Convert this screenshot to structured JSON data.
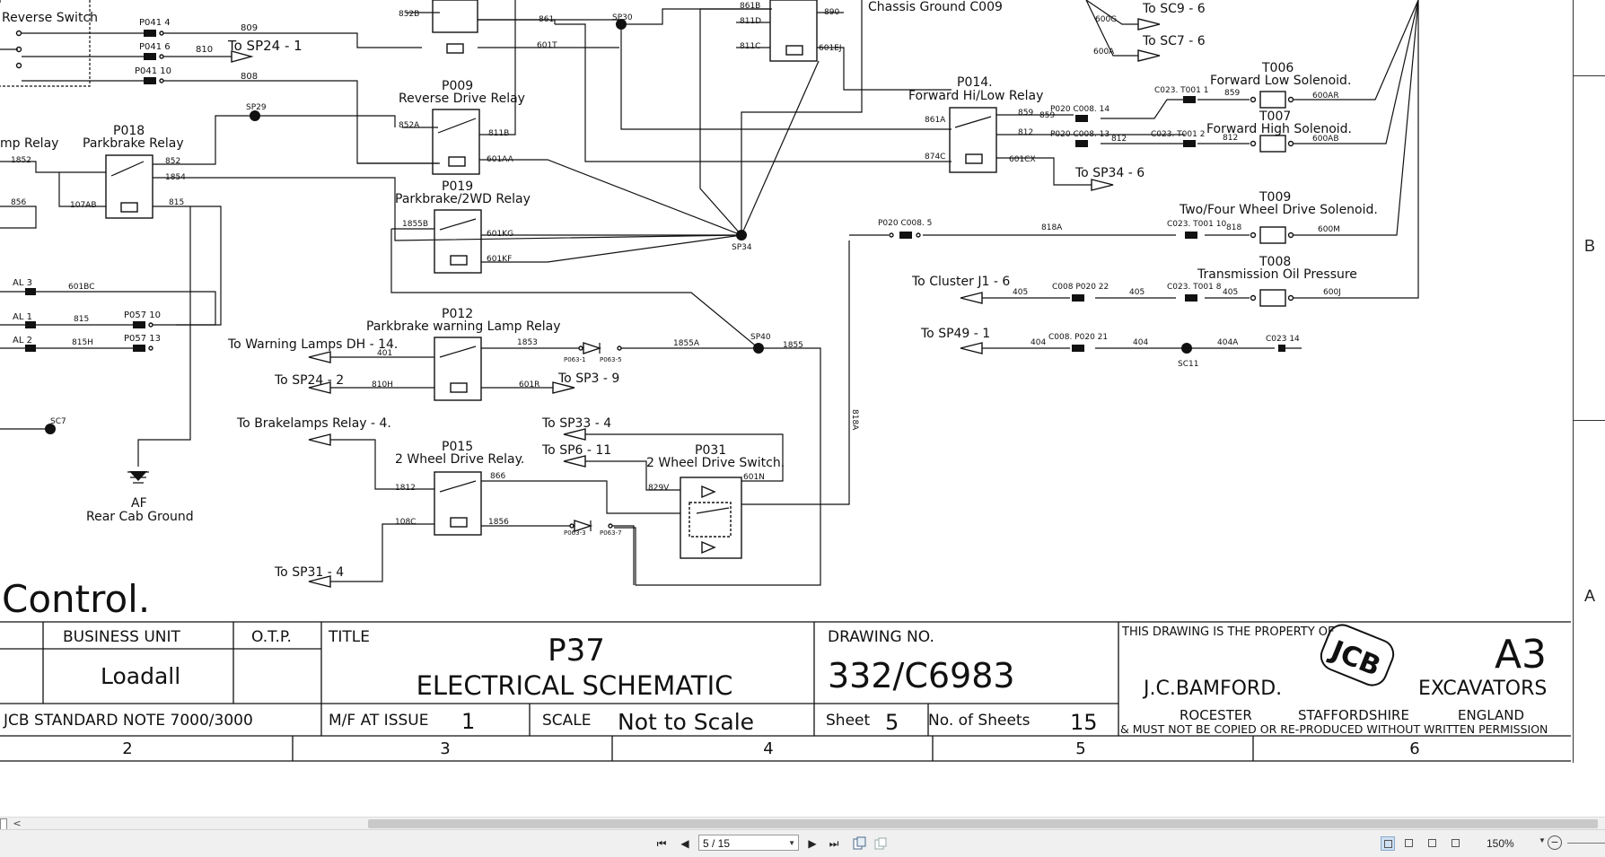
{
  "titleblock": {
    "business_unit_label": "BUSINESS UNIT",
    "business_unit_value": "Loadall",
    "otp_label": "O.T.P.",
    "title_label": "TITLE",
    "title_line1": "P37",
    "title_line2": "ELECTRICAL SCHEMATIC",
    "drawing_no_label": "DRAWING NO.",
    "drawing_no_value": "332/C6983",
    "property_text": "THIS DRAWING IS THE PROPERTY OF",
    "company": "J.C.BAMFORD.",
    "logo_text": "JCB",
    "sheet_size": "A3",
    "division": "EXCAVATORS",
    "town": "ROCESTER",
    "county": "STAFFORDSHIRE",
    "country": "ENGLAND",
    "copy_notice": "& MUST NOT BE COPIED OR RE-PRODUCED WITHOUT WRITTEN PERMISSION",
    "standard_note": "JCB STANDARD NOTE 7000/3000",
    "mf_label": "M/F AT ISSUE",
    "mf_value": "1",
    "scale_label": "SCALE",
    "scale_value": "Not to Scale",
    "sheet_label": "Sheet",
    "sheet_value": "5",
    "sheets_label": "No. of Sheets",
    "sheets_value": "15",
    "columns": [
      "2",
      "3",
      "4",
      "5",
      "6"
    ]
  },
  "zones": [
    "B",
    "A"
  ],
  "schematic": {
    "section_title": "Control.",
    "components": {
      "reverse_switch": "Reverse Switch",
      "chassis_ground": "Chassis Ground C009",
      "p009_id": "P009",
      "p009_name": "Reverse Drive Relay",
      "p018_id": "P018",
      "p018_name": "Parkbrake Relay",
      "lamp_relay": "mp Relay",
      "p019_id": "P019",
      "p019_name": "Parkbrake/2WD Relay",
      "p012_id": "P012",
      "p012_name": "Parkbrake warning Lamp Relay",
      "p015_id": "P015",
      "p015_name": "2 Wheel Drive Relay.",
      "p031_id": "P031",
      "p031_name": "2 Wheel Drive Switch.",
      "p014_id": "P014.",
      "p014_name": "Forward Hi/Low Relay",
      "t006_id": "T006",
      "t006_name": "Forward Low Solenoid.",
      "t007_id": "T007",
      "t007_name": "Forward High Solenoid.",
      "t009_id": "T009",
      "t009_name": "Two/Four Wheel Drive Solenoid.",
      "t008_id": "T008",
      "t008_name": "Transmission Oil Pressure",
      "af_id": "AF",
      "af_name": "Rear Cab Ground"
    },
    "destinations": {
      "sp24_1": "To SP24 - 1",
      "sc9_6": "To SC9 - 6",
      "sc7_6": "To SC7 - 6",
      "sp34_6": "To SP34 - 6",
      "cluster_j1_6": "To Cluster J1 - 6",
      "sp49_1": "To SP49 - 1",
      "warning_lamps": "To Warning Lamps DH - 14.",
      "sp24_2": "To SP24 - 2",
      "sp3_9": "To SP3 - 9",
      "brakelamps": "To Brakelamps Relay - 4.",
      "sp33_4": "To SP33 - 4",
      "sp6_11": "To SP6 - 11",
      "sp31_4": "To SP31 - 4"
    },
    "splices": {
      "sp29": "SP29",
      "sp30": "SP30",
      "sp34": "SP34",
      "sp40": "SP40",
      "sc7": "SC7",
      "sc11": "SC11"
    },
    "wires": {
      "w809": "809",
      "w810": "810",
      "w808": "808",
      "w852b": "852B",
      "w861": "861",
      "w601t": "601T",
      "w861b": "861B",
      "w811d": "811D",
      "w811c": "811C",
      "w890": "890",
      "w601ej": "601EJ",
      "w600g": "600G",
      "w600a": "600A",
      "w852a": "852A",
      "w811b": "811B",
      "w601aa": "601AA",
      "w1852": "1852",
      "w852": "852",
      "w1854": "1854",
      "w107ab": "107AB",
      "w815": "815",
      "w856": "856",
      "w1855b": "1855B",
      "w601kg": "601KG",
      "w601kf": "601KF",
      "w601bc": "601BC",
      "w815b": "815",
      "w815h": "815H",
      "w401": "401",
      "w1853": "1853",
      "w1855a": "1855A",
      "w1855": "1855",
      "w810h": "810H",
      "w601r": "601R",
      "w1812": "1812",
      "w866": "866",
      "w108c": "108C",
      "w1856": "1856",
      "w829v": "829V",
      "w601n": "601N",
      "w818a_v": "818A",
      "w861a": "861A",
      "w859": "859",
      "w859b": "859",
      "w812": "812",
      "w812b": "812",
      "w812c": "812",
      "w874c": "874C",
      "w601cx": "601CX",
      "w600ar": "600AR",
      "w600ab": "600AB",
      "w818a": "818A",
      "w818": "818",
      "w600m": "600M",
      "w405a": "405",
      "w405b": "405",
      "w405c": "405",
      "w600j": "600J",
      "w404a": "404",
      "w404b": "404",
      "w404c": "404A"
    },
    "connectors": {
      "p041_4": "P041 4",
      "p041_6": "P041 6",
      "p041_10": "P041 10",
      "al3": "AL 3",
      "al1": "AL 1",
      "al2": "AL 2",
      "p057_10": "P057 10",
      "p057_13": "P057 13",
      "p063_1": "P063-1",
      "p063_5": "P063-5",
      "p063_3": "P063-3",
      "p063_7": "P063-7",
      "p020_c008_14": "P020 C008. 14",
      "p020_c008_13": "P020 C008. 13",
      "p020_c008_5": "P020 C008. 5",
      "c023_t001_1": "C023. T001 1",
      "c023_t001_2": "C023. T001 2",
      "c023_t001_10": "C023. T001 10",
      "c023_t001_8": "C023. T001 8",
      "c008_p020_22": "C008 P020 22",
      "c008_p020_21": "C008. P020 21",
      "c023_14": "C023 14"
    }
  },
  "viewer": {
    "page_indicator": "5 / 15",
    "zoom": "150%",
    "nav_first": "⏮",
    "nav_prev": "◀",
    "nav_next": "▶",
    "nav_last": "⏭",
    "scroll_left": "<"
  }
}
